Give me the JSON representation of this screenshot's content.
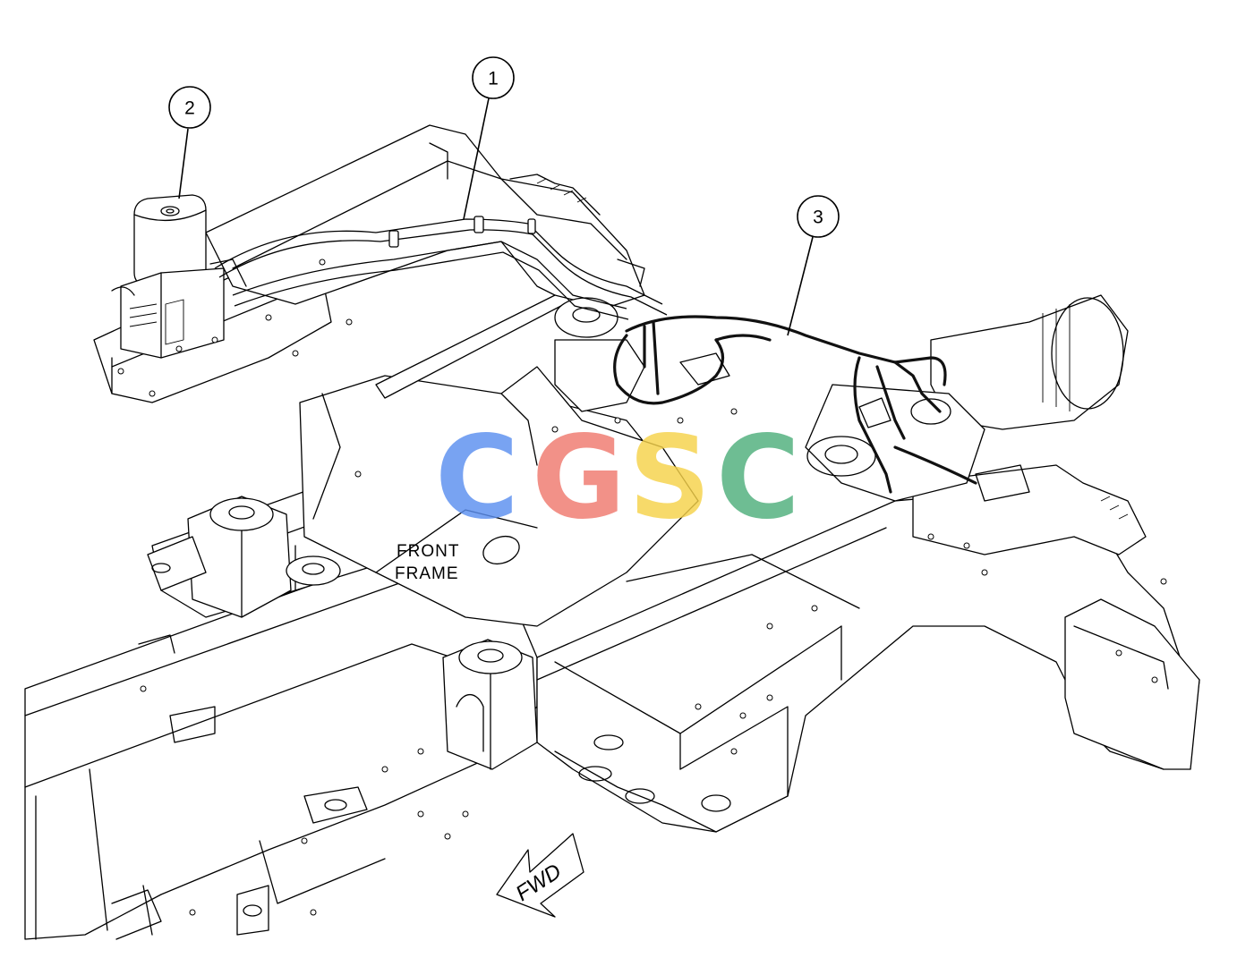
{
  "callouts": [
    {
      "id": "1",
      "label": "1"
    },
    {
      "id": "2",
      "label": "2"
    },
    {
      "id": "3",
      "label": "3"
    }
  ],
  "labels": {
    "frame_line1": "FRONT",
    "frame_line2": "FRAME",
    "direction": "FWD"
  },
  "watermark": {
    "text": "CGSC",
    "letters": [
      {
        "char": "C",
        "color": "#5B8FF0"
      },
      {
        "char": "G",
        "color": "#F07A6E"
      },
      {
        "char": "S",
        "color": "#F6D24A"
      },
      {
        "char": "C",
        "color": "#4FAF7C"
      }
    ]
  }
}
